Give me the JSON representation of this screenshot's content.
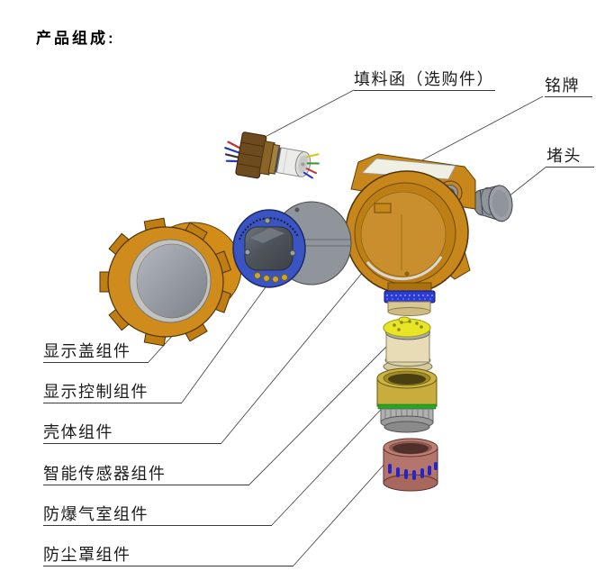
{
  "page": {
    "title": "产品组成:"
  },
  "labels": {
    "stuffing_box": "填料函（选购件）",
    "nameplate": "铭牌",
    "plug": "堵头",
    "display_cover": "显示盖组件",
    "display_control": "显示控制组件",
    "housing": "壳体组件",
    "smart_sensor": "智能传感器组件",
    "explosion_chamber": "防爆气室组件",
    "dust_cover": "防尘罩组件"
  },
  "colors": {
    "housing_gold": "#C8871B",
    "cover_gold": "#CF8C1C",
    "display_blue": "#3A55C2",
    "thread_blue": "#2B3BD6",
    "sensor_cream": "#E8DCB6",
    "sensor_yellow": "#E8E428",
    "chamber_brass": "#C8AC3E",
    "oring_green": "#22A822",
    "dust_maroon": "#B4766C",
    "metal_gray": "#8F959B",
    "leader_line": "#4a4a4a"
  }
}
